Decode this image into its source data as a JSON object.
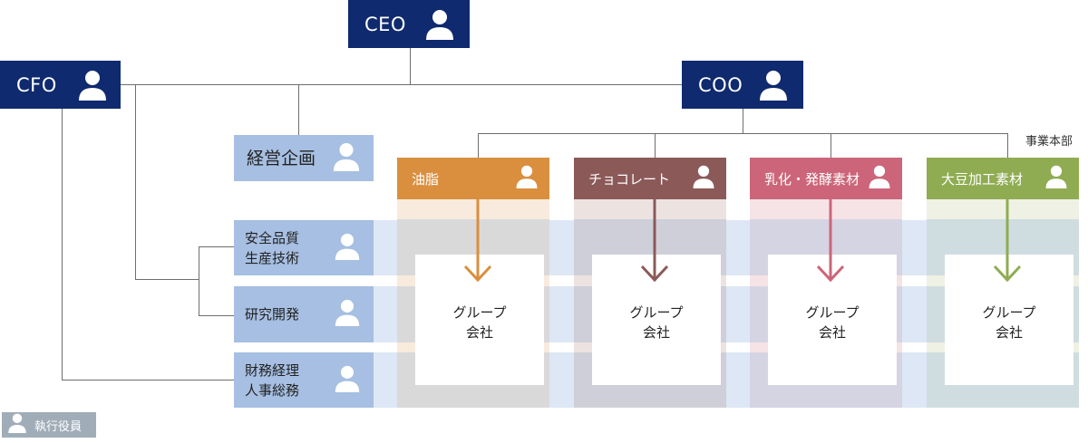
{
  "executives": {
    "ceo": {
      "label": "CEO",
      "icon": "person-icon"
    },
    "cfo": {
      "label": "CFO",
      "icon": "person-icon"
    },
    "coo": {
      "label": "COO",
      "icon": "person-icon"
    }
  },
  "staff_units": {
    "corporate_planning": {
      "label": "経営企画"
    },
    "quality": {
      "line1": "安全品質",
      "line2": "生産技術"
    },
    "rnd": {
      "label": "研究開発"
    },
    "finance": {
      "line1": "財務経理",
      "line2": "人事総務"
    }
  },
  "business_division_caption": "事業本部",
  "business_units": [
    {
      "label": "油脂",
      "color": "#da8f3e",
      "light": "#f8ebdd",
      "body": "#d9d9d9"
    },
    {
      "label": "チョコレート",
      "color": "#8b5a58",
      "light": "#ece3e1",
      "body": "#cfcfd9"
    },
    {
      "label": "乳化・発酵素材",
      "color": "#cc6579",
      "light": "#f6e3e6",
      "body": "#d5d4e2"
    },
    {
      "label": "大豆加工素材",
      "color": "#8fac52",
      "light": "#eff1e4",
      "body": "#cfdde0"
    }
  ],
  "group_company": {
    "line1": "グループ",
    "line2": "会社"
  },
  "legend": {
    "label": "執行役員",
    "icon": "person-icon"
  },
  "colors": {
    "executive": "#0f2a6e",
    "staff": "#a6bfe2",
    "staff_light": "#dde7f5",
    "legend": "#a0adb8",
    "connector": "#6e6e6e"
  }
}
